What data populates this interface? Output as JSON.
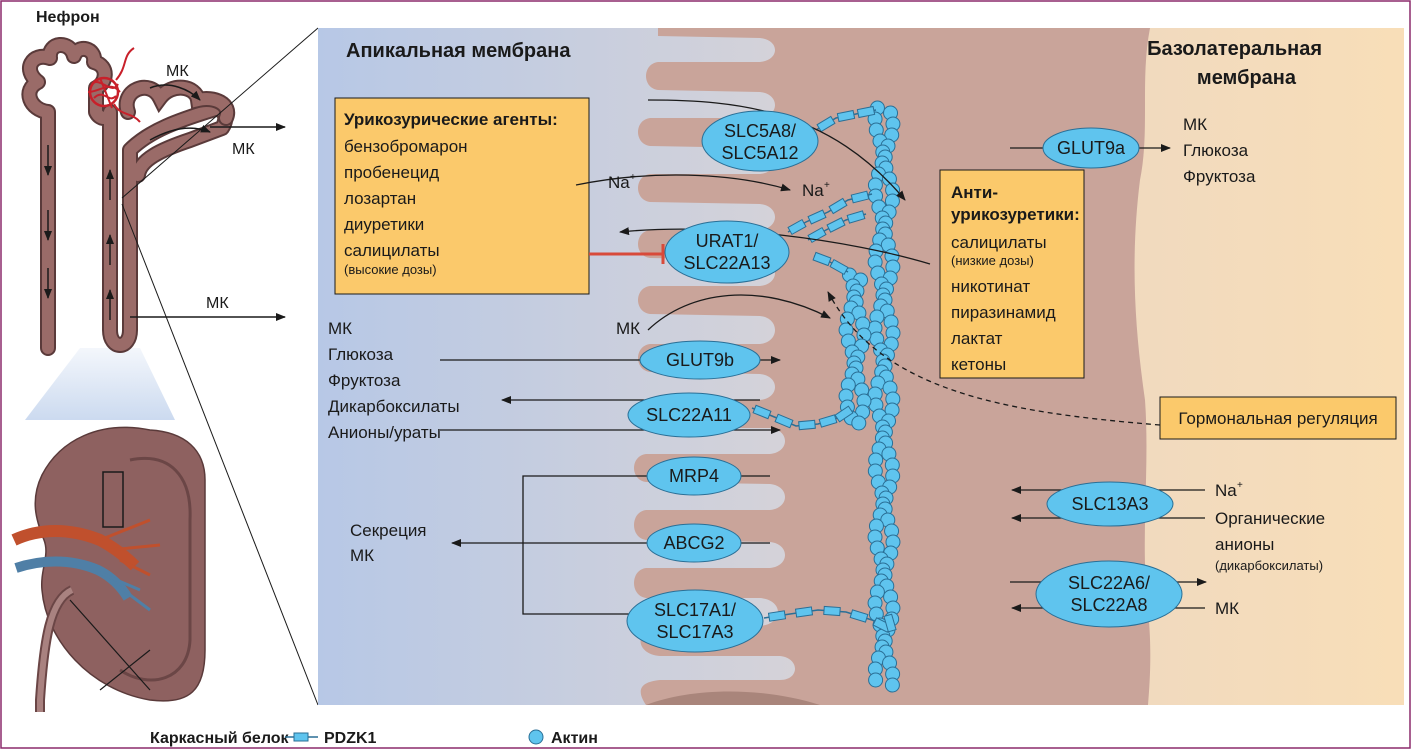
{
  "colors": {
    "frame": "#8b2a6b",
    "apical_bg": "#b8c9e6",
    "basolateral_bg": "#f7ddb9",
    "cell": "#c9a49a",
    "transporter": "#5fc4ee",
    "orange_box": "#fbc96b",
    "inhibit": "#d84a3a",
    "nephron": "#8d6160"
  },
  "left": {
    "nephron_title": "Нефрон",
    "mk_in_loop": "МК",
    "mk_top": "МК",
    "mk_bottom": "МК"
  },
  "headers": {
    "apical": "Апикальная мембрана",
    "basolateral_1": "Базолатеральная",
    "basolateral_2": "мембрана"
  },
  "uricosuric_box": {
    "title": "Урикозурические агенты:",
    "items": [
      "бензобромарон",
      "пробенецид",
      "лозартан",
      "диуретики",
      "салицилаты"
    ],
    "note": "(высокие дозы)"
  },
  "antiuricosuric_box": {
    "title_1": "Анти-",
    "title_2": "урикозуретики:",
    "item_1": "салицилаты",
    "note_1": "(низкие дозы)",
    "items": [
      "никотинат",
      "пиразинамид",
      "лактат",
      "кетоны"
    ]
  },
  "hormonal": "Гормональная регуляция",
  "transporters": {
    "slc5a8": [
      "SLC5A8/",
      "SLC5A12"
    ],
    "urat1": [
      "URAT1/",
      "SLC22A13"
    ],
    "glut9b": "GLUT9b",
    "slc22a11": "SLC22A11",
    "mrp4": "MRP4",
    "abcg2": "ABCG2",
    "slc17a1": [
      "SLC17A1/",
      "SLC17A3"
    ],
    "glut9a": "GLUT9a",
    "slc13a3": "SLC13A3",
    "slc22a6": [
      "SLC22A6/",
      "SLC22A8"
    ]
  },
  "apical_labels": {
    "na_left": "Na",
    "na_right": "Na",
    "na_sup": "+",
    "mk_mid": "МК",
    "mk_in": "МК",
    "glucose": "Глюкоза",
    "fructose": "Фруктоза",
    "dicarbox": "Дикарбоксилаты",
    "anions": "Анионы/ураты",
    "secretion_1": "Секреция",
    "secretion_2": "МК"
  },
  "baso_labels": {
    "mk": "МК",
    "glucose": "Глюкоза",
    "fructose": "Фруктоза",
    "na": "Na",
    "na_sup": "+",
    "org_1": "Органические",
    "org_2": "анионы",
    "org_3": "(дикарбоксилаты)",
    "mk2": "МК"
  },
  "legend": {
    "scaffold": "Каркасный белок",
    "pdzk1": "PDZK1",
    "actin": "Актин"
  }
}
